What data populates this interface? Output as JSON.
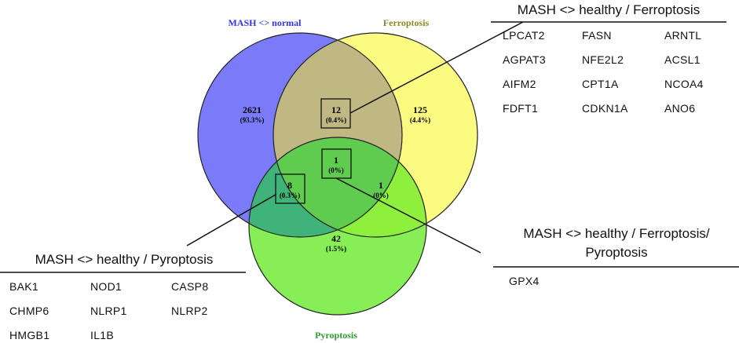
{
  "sets": {
    "mash_normal": {
      "label": "MASH <> normal",
      "color": "#7b7bf9",
      "label_color": "#3333ee"
    },
    "ferroptosis": {
      "label": "Ferroptosis",
      "color": "#fbfb82",
      "label_color": "#8b8b22"
    },
    "pyroptosis": {
      "label": "Pyroptosis",
      "color": "#88ee55",
      "label_color": "#2e9e2e"
    }
  },
  "regions": {
    "mash_only": {
      "count": "2621",
      "pct": "(93.3%)"
    },
    "ferro_only": {
      "count": "125",
      "pct": "(4.4%)"
    },
    "pyro_only": {
      "count": "42",
      "pct": "(1.5%)"
    },
    "mash_ferro": {
      "count": "12",
      "pct": "(0.4%)"
    },
    "mash_pyro": {
      "count": "8",
      "pct": "(0.3%)"
    },
    "ferro_pyro": {
      "count": "1",
      "pct": "(0%)"
    },
    "all_three": {
      "count": "1",
      "pct": "(0%)"
    }
  },
  "tables": {
    "ferroptosis": {
      "title": "MASH <> healthy / Ferroptosis",
      "genes": [
        "LPCAT2",
        "FASN",
        "ARNTL",
        "AGPAT3",
        "NFE2L2",
        "ACSL1",
        "AIFM2",
        "CPT1A",
        "NCOA4",
        "FDFT1",
        "CDKN1A",
        "ANO6"
      ]
    },
    "pyroptosis": {
      "title": "MASH <> healthy / Pyroptosis",
      "genes": [
        "BAK1",
        "NOD1",
        "CASP8",
        "CHMP6",
        "NLRP1",
        "NLRP2",
        "HMGB1",
        "IL1B"
      ]
    },
    "all_three": {
      "title_line1": "MASH <> healthy / Ferroptosis/",
      "title_line2": "Pyroptosis",
      "genes": [
        "GPX4"
      ]
    }
  }
}
